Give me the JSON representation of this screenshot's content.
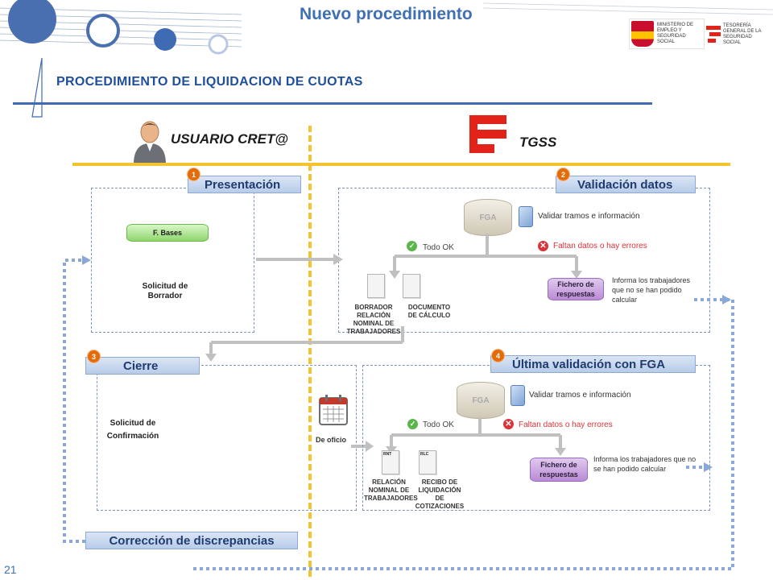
{
  "page_title": "Nuevo procedimiento",
  "subtitle": "PROCEDIMIENTO DE LIQUIDACION DE CUOTAS",
  "logos": {
    "ministry": "MINISTERIO DE EMPLEO Y SEGURIDAD SOCIAL",
    "tgss": "TESORERÍA GENERAL DE LA SEGURIDAD SOCIAL"
  },
  "actors": {
    "left": "USUARIO CRET@",
    "right": "TGSS"
  },
  "steps": {
    "s1": {
      "num": "1",
      "label": "Presentación"
    },
    "s2": {
      "num": "2",
      "label": "Validación datos"
    },
    "s3": {
      "num": "3",
      "label": "Cierre"
    },
    "s4": {
      "num": "4",
      "label": "Última validación con FGA"
    }
  },
  "presentacion": {
    "bases_label": "F. Bases",
    "solicitud": "Solicitud de Borrador"
  },
  "validacion": {
    "fga": "FGA",
    "validar": "Validar tramos e información",
    "ok": "Todo OK",
    "faltan": "Faltan",
    "datos_o_hay": " datos o hay ",
    "errores": "errores",
    "doc1": "BORRADOR RELACIÓN NOMINAL DE TRABAJADORES",
    "doc2": "DOCUMENTO DE CÁLCULO",
    "fichero": "Fichero de respuestas",
    "informa": "Informa los trabajadores que no se han podido calcular"
  },
  "cierre": {
    "solicitud": "Solicitud de Confirmación",
    "de_oficio": "De oficio"
  },
  "ultima": {
    "fga": "FGA",
    "validar": "Validar tramos e información",
    "ok": "Todo OK",
    "faltan": "Faltan",
    "datos_o_hay": " datos o hay ",
    "errores": "errores",
    "doc1_tag": "RNT",
    "doc2_tag": "RLC",
    "doc1": "RELACIÓN NOMINAL DE TRABAJADORES",
    "doc2": "RECIBO DE LIQUIDACIÓN DE COTIZACIONES",
    "fichero": "Fichero de respuestas",
    "informa": "Informa los trabajadores que no se han podido calcular"
  },
  "correccion": "Corrección de discrepancias",
  "page_number": "21",
  "colors": {
    "accent": "#3f6fb4",
    "divider": "#f4c430",
    "step_badge": "#e36c09",
    "ok": "#5cb54a",
    "error": "#d9343a"
  }
}
